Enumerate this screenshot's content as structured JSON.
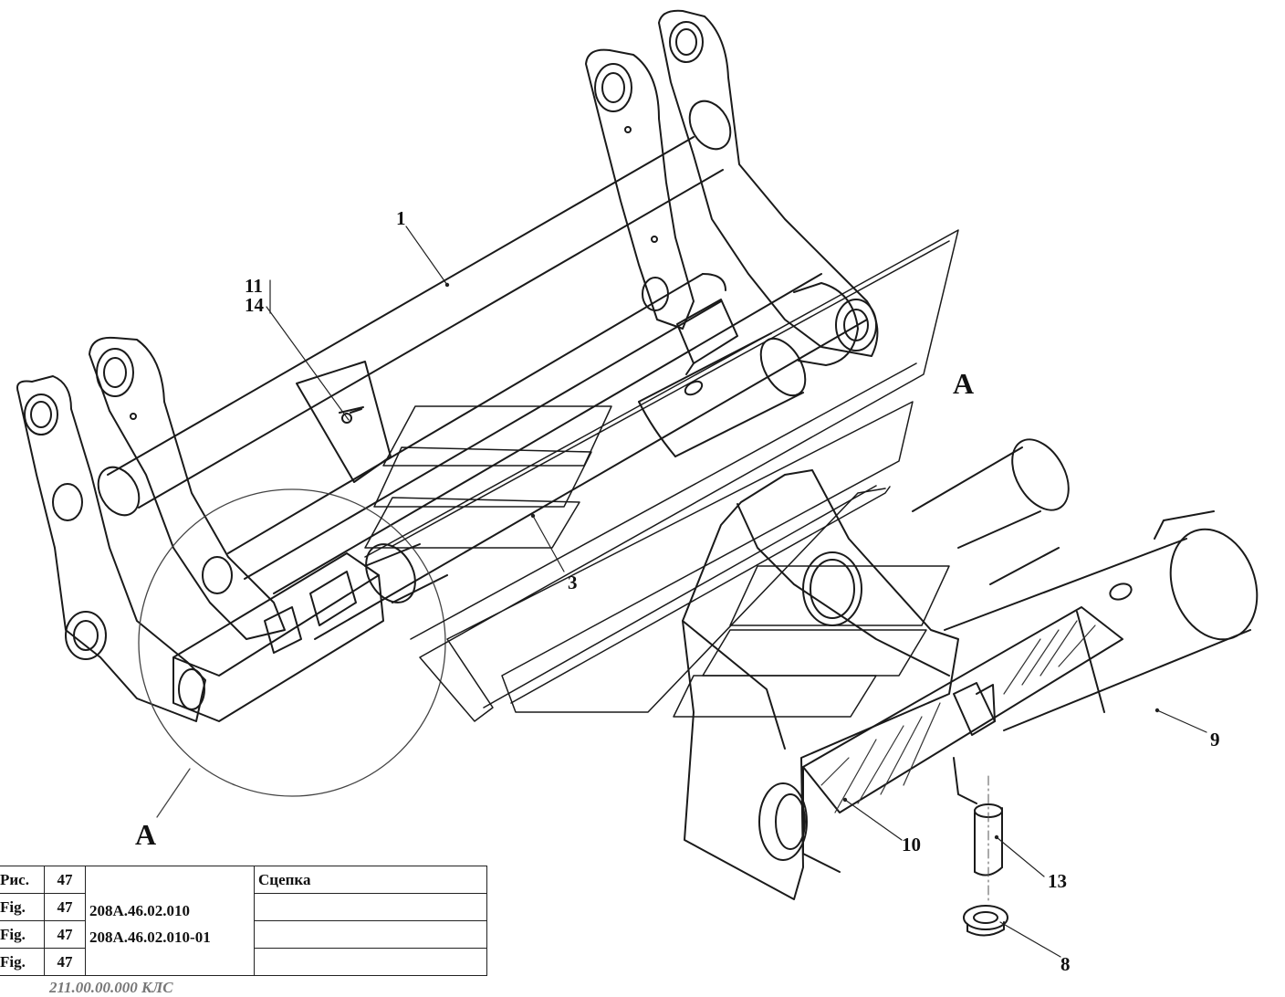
{
  "callouts": {
    "c1": "1",
    "c11": "11",
    "c14": "14",
    "c3": "3",
    "c9": "9",
    "c10": "10",
    "c13": "13",
    "c8": "8"
  },
  "view_labels": {
    "detail_top": "A",
    "detail_bottom": "A"
  },
  "title_block": {
    "rows": [
      {
        "kind": "Рис.",
        "num": "47",
        "title": "Сцепка"
      },
      {
        "kind": "Fig.",
        "num": "47",
        "code": "208А.46.02.010"
      },
      {
        "kind": "Fig.",
        "num": "47",
        "code": "208А.46.02.010-01"
      },
      {
        "kind": "Fig.",
        "num": "47"
      }
    ]
  },
  "doc_code": "211.00.00.000 КЛС",
  "colors": {
    "line": "#1a1a1a",
    "thin": "#444444",
    "background": "#ffffff"
  }
}
